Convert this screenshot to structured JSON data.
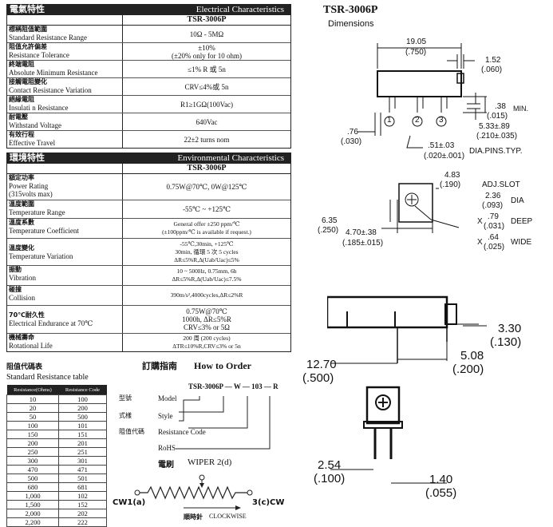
{
  "electrical": {
    "title_zh": "電氣特性",
    "title_en": "Electrical Characteristics",
    "model": "TSR-3006P",
    "rows": [
      {
        "zh": "標稱阻值範圍",
        "en": "Standard Resistance Range",
        "value": "10Ω - 5MΩ"
      },
      {
        "zh": "阻值允許偏差",
        "en": "Resistance Tolerance",
        "value": "±10%",
        "value2": "(±20% only for 10 ohm)"
      },
      {
        "zh": "終端電阻",
        "en": "Absolute Minimum Resistance",
        "value": "≤1% R 或 5n"
      },
      {
        "zh": "接觸電阻變化",
        "en": "Contact Resistance Variation",
        "value": "CRV≤4%或 5n"
      },
      {
        "zh": "絕緣電阻",
        "en": "Insulati n Resistance",
        "value": "R1≥1GΩ(100Vac)"
      },
      {
        "zh": "耐電壓",
        "en": "Withstand Voltage",
        "value": "640Vac"
      },
      {
        "zh": "有效行程",
        "en": "Effective Travel",
        "value": "22±2 turns nom"
      }
    ]
  },
  "environmental": {
    "title_zh": "環境特性",
    "title_en": "Environmental Characteristics",
    "model": "TSR-3006P",
    "rows": [
      {
        "zh": "額定功率",
        "en": "Power Rating",
        "en2": "(315volts max)",
        "value": "0.75W@70℃, 0W@125℃"
      },
      {
        "zh": "溫度範圍",
        "en": "Temperature Range",
        "value": "-55℃ ~ +125℃"
      },
      {
        "zh": "溫度系數",
        "en": "Temperature Coefficient",
        "value": "General offer ±250 ppm/℃",
        "value2": "(±100ppm/℃ is available if request.)"
      },
      {
        "zh": "溫度變化",
        "en": "Temperature Variation",
        "value": "-55℃,30min, +125℃",
        "value2": "30min, 循環 5 次 5 cycles",
        "value3": "ΔR≤5%R,Δ(Uab/Uac)≤5%"
      },
      {
        "zh": "振動",
        "en": "Vibration",
        "value": "10 ~ 500Hz, 0.75mm, 6h",
        "value2": "ΔR≤5%R,Δ(Uab/Uac)≤7.5%"
      },
      {
        "zh": "碰撞",
        "en": "Collision",
        "value": "390m/s²,4000cycles,ΔR≤2%R"
      },
      {
        "zh": "70℃耐久性",
        "en": "Electrical Endurance at 70℃",
        "value": "0.75W@70℃",
        "value2": "1000h, ΔR≤5%R",
        "value3": "CRV≤3% or 5Ω"
      },
      {
        "zh": "機械壽命",
        "en": "Rotational Life",
        "value": "200 周 (200 cycles)",
        "value2": "ΔTR≤10%R,CRV≤3% or 5n"
      }
    ]
  },
  "resistance_table": {
    "title_zh": "阻值代碼表",
    "title_en": "Standard Resistance table",
    "headers": [
      "Resistance(Ohms)",
      "Resistance Code"
    ],
    "rows": [
      [
        "10",
        "100"
      ],
      [
        "20",
        "200"
      ],
      [
        "50",
        "500"
      ],
      [
        "100",
        "101"
      ],
      [
        "150",
        "151"
      ],
      [
        "200",
        "201"
      ],
      [
        "250",
        "251"
      ],
      [
        "300",
        "301"
      ],
      [
        "470",
        "471"
      ],
      [
        "500",
        "501"
      ],
      [
        "680",
        "681"
      ],
      [
        "1,000",
        "102"
      ],
      [
        "1,500",
        "152"
      ],
      [
        "2,000",
        "202"
      ],
      [
        "2,200",
        "222"
      ]
    ]
  },
  "order": {
    "title_zh": "訂購指南",
    "title_en": "How to Order",
    "code": "TSR-3006P — W — 103 — R",
    "items": [
      {
        "zh": "型號",
        "en": "Model"
      },
      {
        "zh": "式樣",
        "en": "Style"
      },
      {
        "zh": "阻值代碼",
        "en": "Resistance Code"
      },
      {
        "zh": "",
        "en": "RoHS"
      }
    ],
    "wiper_zh": "電刷",
    "wiper_en": "WIPER 2(d)",
    "cw1": "CW1(a)",
    "cw3": "3(c)CW",
    "clockwise_zh": "順時針",
    "clockwise_en": "CLOCKWISE"
  },
  "dimensions": {
    "title": "TSR-3006P",
    "subtitle": "Dimensions",
    "d1905": "19.05",
    "d1905i": "(.750)",
    "d152": "1.52",
    "d152i": "(.060)",
    "d38": ".38",
    "d38i": "(.015)",
    "min": "MIN.",
    "d533": "5.33±.89",
    "d533i": "(.210±.035)",
    "d76": ".76",
    "d76i": "(.030)",
    "d51": ".51±.03",
    "d51i": "(.020±.001)",
    "pins": "DIA.PINS.TYP.",
    "p1": "1",
    "p2": "2",
    "p3": "3",
    "d483": "4.83",
    "d483i": "(.190)",
    "adj": "ADJ.SLOT",
    "d236": "2.36",
    "d236i": "(.093)",
    "dia": "DIA",
    "x": "X",
    "d79": ".79",
    "d79i": "(.031)",
    "deep": "DEEP",
    "d64": ".64",
    "d64i": "(.025)",
    "wide": "WIDE",
    "d635": "6.35",
    "d635i": "(.250)",
    "d470": "4.70±.38",
    "d470i": "(.185±.015)",
    "d330": "3.30",
    "d330i": "(.130)",
    "d1270": "12.70",
    "d1270i": "(.500)",
    "d508": "5.08",
    "d508i": "(.200)",
    "d254": "2.54",
    "d254i": "(.100)",
    "d140": "1.40",
    "d140i": "(.055)"
  }
}
